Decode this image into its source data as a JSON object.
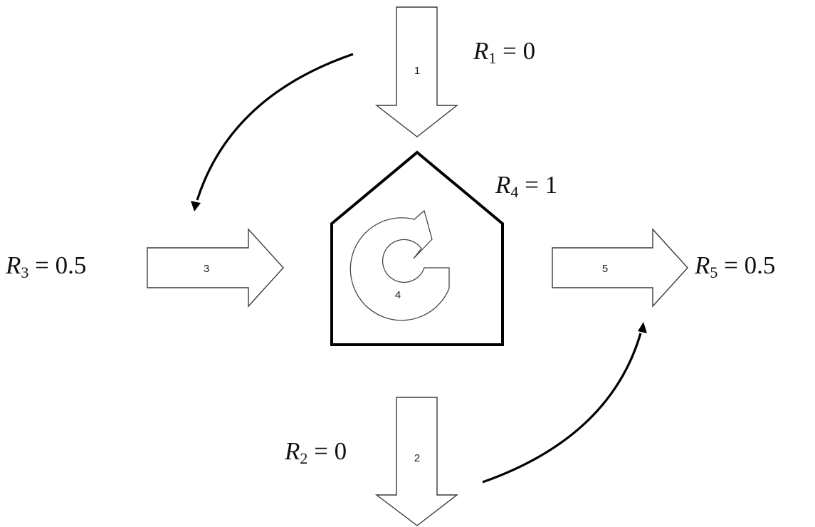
{
  "labels": {
    "r1": {
      "symbol": "R",
      "sub": "1",
      "value": "0"
    },
    "r2": {
      "symbol": "R",
      "sub": "2",
      "value": "0"
    },
    "r3": {
      "symbol": "R",
      "sub": "3",
      "value": "0.5"
    },
    "r4": {
      "symbol": "R",
      "sub": "4",
      "value": "1"
    },
    "r5": {
      "symbol": "R",
      "sub": "5",
      "value": "0.5"
    }
  },
  "arrows": {
    "a1": "1",
    "a2": "2",
    "a3": "3",
    "a4": "4",
    "a5": "5"
  }
}
